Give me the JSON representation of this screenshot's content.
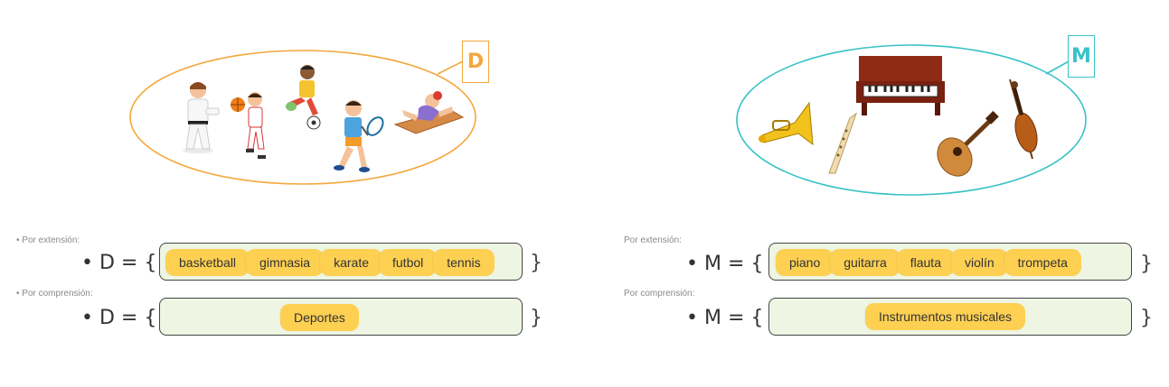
{
  "colors": {
    "set_d_outline": "#f3a73a",
    "set_m_outline": "#38c2c7",
    "chip_fill": "#fdd052",
    "box_fill": "#eef5e3"
  },
  "set_d": {
    "tag": "D",
    "images": [
      "karate-kid-icon",
      "basketball-player-icon",
      "soccer-player-icon",
      "tennis-player-icon",
      "gymnast-icon"
    ],
    "extension_label": "• Por extensión:",
    "comprehension_label": "• Por comprensión:",
    "set_prefix": "• D = {",
    "close_brace": "}",
    "extension_items": [
      "basketball",
      "gimnasia",
      "karate",
      "futbol",
      "tennis"
    ],
    "comprehension_items": [
      "Deportes"
    ]
  },
  "set_m": {
    "tag": "M",
    "images": [
      "trumpet-icon",
      "flute-icon",
      "piano-icon",
      "guitar-icon",
      "violin-icon"
    ],
    "extension_label": "Por extensión:",
    "comprehension_label": "Por comprensión:",
    "set_prefix": "• M = {",
    "close_brace": "}",
    "extension_items": [
      "piano",
      "guitarra",
      "flauta",
      "violín",
      "trompeta"
    ],
    "comprehension_items": [
      "Instrumentos musicales"
    ]
  }
}
